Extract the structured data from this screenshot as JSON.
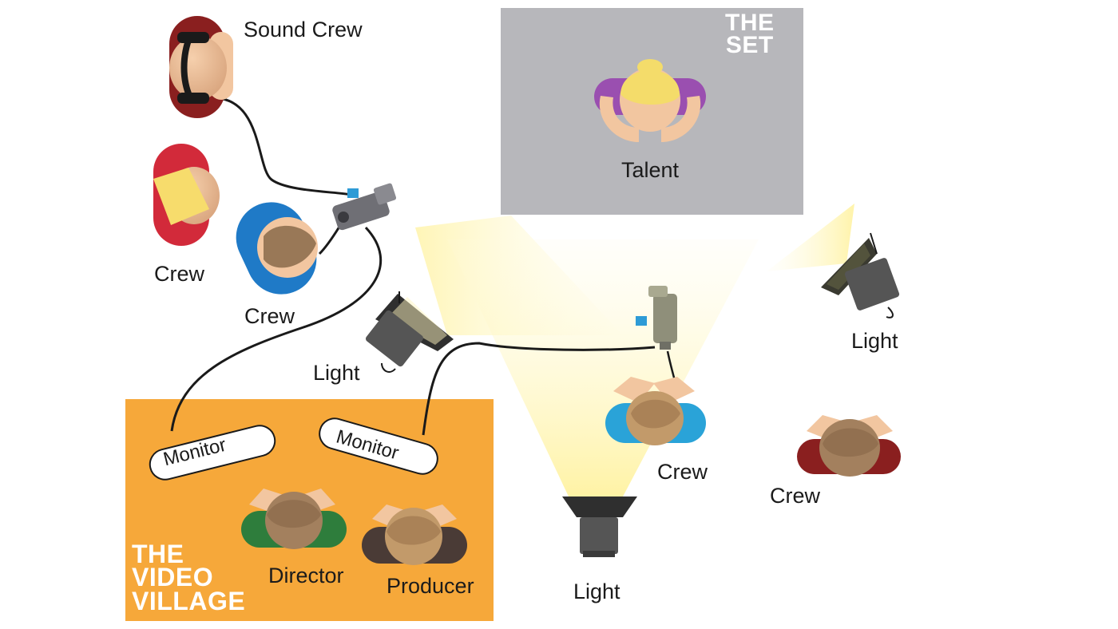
{
  "set": {
    "title_line1": "THE",
    "title_line2": "SET",
    "fill_color": "#b7b7bb"
  },
  "village": {
    "title_line1": "THE",
    "title_line2": "VIDEO",
    "title_line3": "VILLAGE",
    "fill_color": "#f6a83a"
  },
  "people": {
    "sound_crew": "Sound Crew",
    "crew_yellow": "Crew",
    "crew_blue": "Crew",
    "talent": "Talent",
    "crew_camera": "Crew",
    "crew_red": "Crew",
    "director": "Director",
    "producer": "Producer"
  },
  "monitors": {
    "left": "Monitor",
    "right": "Monitor"
  },
  "lights": {
    "left": "Light",
    "right": "Light",
    "bottom": "Light"
  },
  "icons": {
    "camera": "video-camera-icon",
    "light": "spotlight-icon",
    "person": "person-topdown-icon"
  },
  "colors": {
    "cable": "#1a1a1a",
    "light_beam": "#fff6c0",
    "skin": "#f2c6a0"
  }
}
